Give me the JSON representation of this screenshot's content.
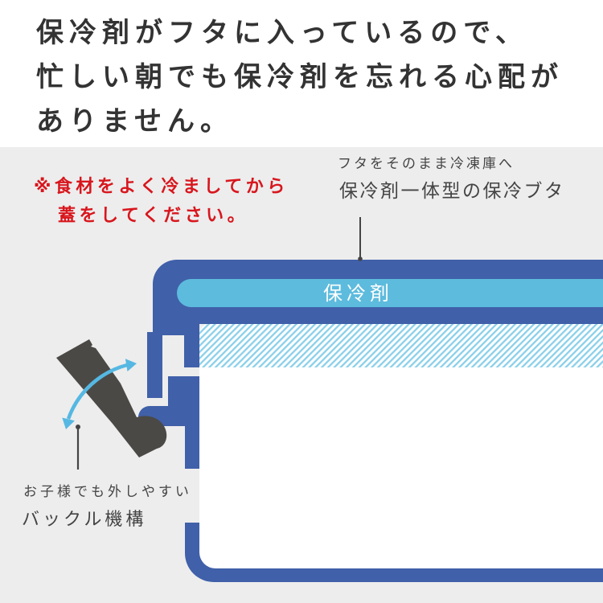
{
  "heading": {
    "lines": [
      "保冷剤がフタに入っているので、",
      "忙しい朝でも保冷剤を忘れる心配が",
      "ありません。"
    ]
  },
  "diagram": {
    "note": {
      "lines": [
        "※食材をよく冷ましてから",
        "蓋をしてください。"
      ],
      "color": "#d8161d"
    },
    "lid_label": {
      "sub": "フタをそのまま冷凍庫へ",
      "main": "保冷剤一体型の保冷ブタ"
    },
    "ice_pack_label": "保冷剤",
    "buckle_label": {
      "sub": "お子様でも外しやすい",
      "main": "バックル機構"
    },
    "icons": {
      "buckle": "buckle-clasp-shape",
      "swing_arrow": "double-headed-curved-arrow"
    },
    "colors": {
      "container_blue": "#4060a9",
      "ice_pack_blue": "#5dbbdd",
      "hatch_blue": "#8bd0ea",
      "buckle_gray": "#4b4946",
      "arrow_blue": "#55b8e2",
      "background_gray": "#ededed",
      "note_red": "#d8161d"
    }
  }
}
